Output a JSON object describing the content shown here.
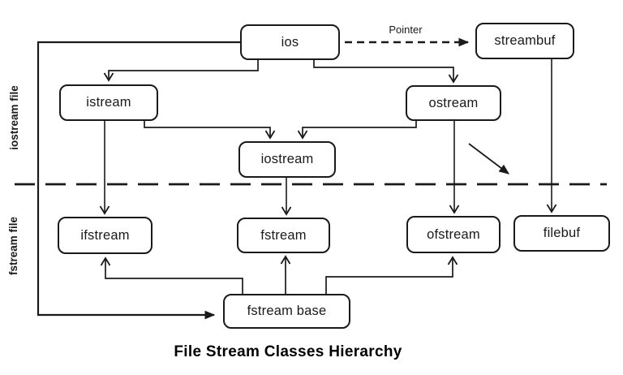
{
  "diagram": {
    "title": "File Stream Classes Hierarchy",
    "sections": {
      "top_label": "iostream file",
      "bottom_label": "fstream file"
    },
    "nodes": {
      "ios": {
        "label": "ios"
      },
      "streambuf": {
        "label": "streambuf"
      },
      "istream": {
        "label": "istream"
      },
      "ostream": {
        "label": "ostream"
      },
      "iostream": {
        "label": "iostream"
      },
      "ifstream": {
        "label": "ifstream"
      },
      "fstream": {
        "label": "fstream"
      },
      "ofstream": {
        "label": "ofstream"
      },
      "filebuf": {
        "label": "filebuf"
      },
      "fstream_base": {
        "label": "fstream base"
      }
    },
    "edge_labels": {
      "pointer": "Pointer"
    },
    "edges": [
      {
        "from": "ios",
        "to": "istream",
        "style": "solid-arrow"
      },
      {
        "from": "ios",
        "to": "ostream",
        "style": "solid-arrow"
      },
      {
        "from": "ios",
        "to": "streambuf",
        "style": "dashed-arrow",
        "label": "Pointer"
      },
      {
        "from": "ios",
        "to": "fstream_base",
        "style": "solid-arrow"
      },
      {
        "from": "istream",
        "to": "iostream",
        "style": "solid-arrow"
      },
      {
        "from": "ostream",
        "to": "iostream",
        "style": "solid-arrow"
      },
      {
        "from": "istream",
        "to": "ifstream",
        "style": "solid-arrow"
      },
      {
        "from": "ostream",
        "to": "ofstream",
        "style": "solid-arrow"
      },
      {
        "from": "iostream",
        "to": "fstream",
        "style": "solid-arrow"
      },
      {
        "from": "streambuf",
        "to": "filebuf",
        "style": "solid-arrow"
      },
      {
        "from": "ostream",
        "to": "filebuf",
        "style": "diagonal-arrow"
      },
      {
        "from": "fstream_base",
        "to": "ifstream",
        "style": "solid-arrow"
      },
      {
        "from": "fstream_base",
        "to": "fstream",
        "style": "solid-arrow"
      },
      {
        "from": "fstream_base",
        "to": "ofstream",
        "style": "solid-arrow"
      }
    ],
    "separator": {
      "style": "dashed",
      "orientation": "horizontal"
    },
    "colors": {
      "line": "#1a1a1a",
      "background": "#ffffff",
      "text": "#1a1a1a"
    }
  }
}
